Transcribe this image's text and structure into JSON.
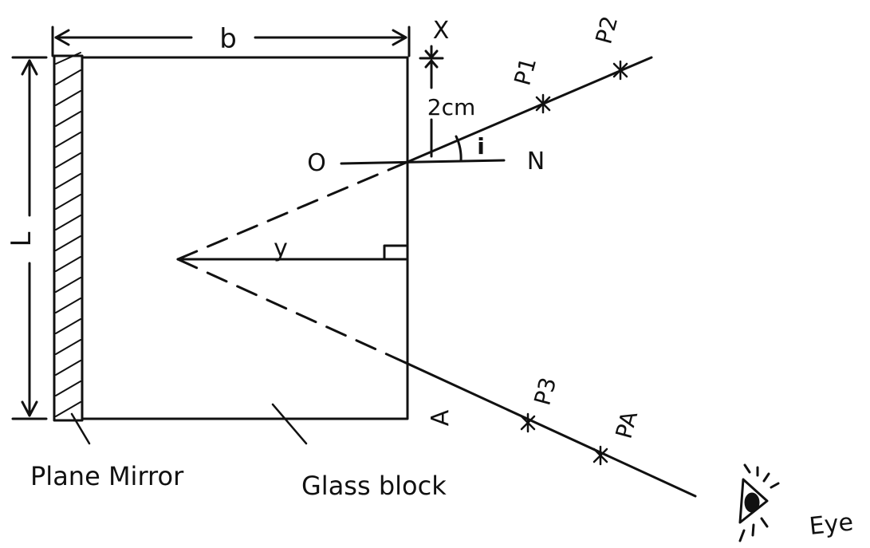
{
  "diagram": {
    "labels": {
      "b": "b",
      "x": "X",
      "p2": "P2",
      "p1": "P1",
      "two_cm": "2cm",
      "o": "O",
      "i": "i",
      "n": "N",
      "l": "L",
      "y": "y",
      "a": "A",
      "p3": "P3",
      "p4": "PA",
      "plane_mirror": "Plane Mirror",
      "glass_block": "Glass block",
      "eye": "Eye"
    },
    "icons": {
      "eye": "eye-icon"
    }
  }
}
